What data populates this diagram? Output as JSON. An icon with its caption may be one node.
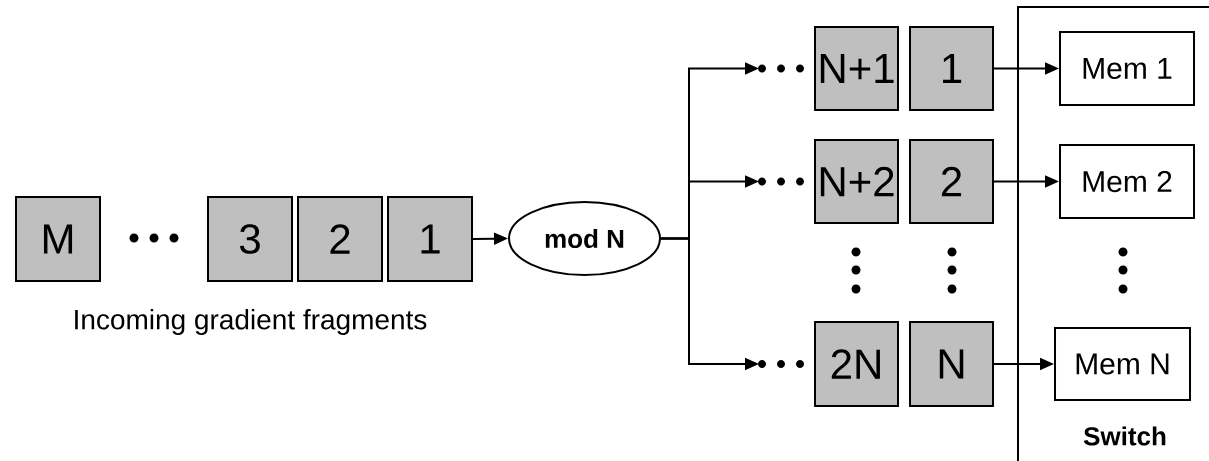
{
  "diagram": {
    "nodes": [
      {
        "text": [
          "M"
        ]
      },
      {
        "text": [
          "3"
        ]
      },
      {
        "text": [
          "2"
        ]
      },
      {
        "text": [
          "1"
        ]
      },
      {
        "text": [
          "mod N"
        ]
      },
      {
        "text": [
          "N+1"
        ]
      },
      {
        "text": [
          "1"
        ]
      },
      {
        "text": [
          "N+2"
        ]
      },
      {
        "text": [
          "2"
        ]
      },
      {
        "text": [
          "2N"
        ]
      },
      {
        "text": [
          "N"
        ]
      },
      {
        "text": [
          "Switch"
        ]
      },
      {
        "text": [
          "Mem 1"
        ],
        "in": 11
      },
      {
        "text": [
          "Mem 2"
        ],
        "in": 11
      },
      {
        "text": [
          "Mem N"
        ],
        "in": 11
      }
    ],
    "edges": [
      {
        "from": 3,
        "to": 4,
        "arrow": "to"
      },
      {
        "from": 4,
        "to": 5,
        "arrow": "to"
      },
      {
        "from": 4,
        "to": 7,
        "arrow": "to"
      },
      {
        "from": 4,
        "to": 9,
        "arrow": "to"
      },
      {
        "from": 6,
        "to": 12,
        "arrow": "to"
      },
      {
        "from": 8,
        "to": 13,
        "arrow": "to"
      },
      {
        "from": 10,
        "to": 14,
        "arrow": "to"
      }
    ],
    "labels": [
      "Incoming gradient fragments"
    ]
  }
}
